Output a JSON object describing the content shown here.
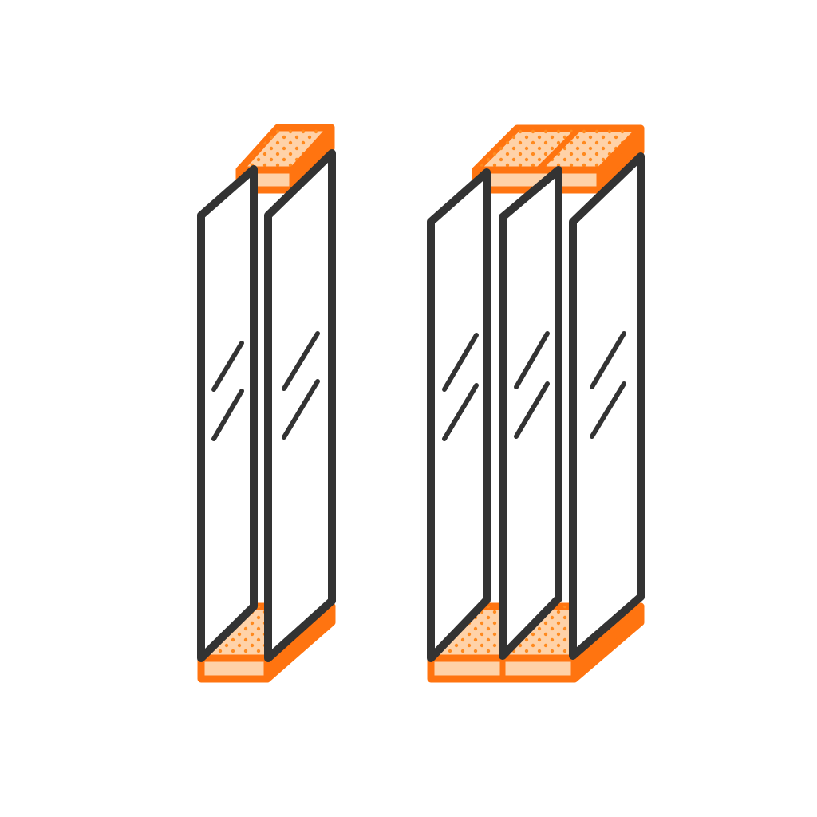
{
  "illustration": {
    "subject": "glazing-units",
    "units": [
      {
        "id": "double-glazing-unit",
        "pane_count": 2
      },
      {
        "id": "triple-glazing-unit",
        "pane_count": 3
      }
    ]
  },
  "colors": {
    "background": "#ffffff",
    "outline": "#333333",
    "spacer_fill": "#ffd2a8",
    "spacer_stroke": "#ff7410",
    "spacer_dots": "#ff8a1f",
    "pane_fill": "#ffffff"
  },
  "icons": {
    "glass_reflection": "reflection-lines",
    "spacer_bar": "spacer-desiccant-bar"
  }
}
